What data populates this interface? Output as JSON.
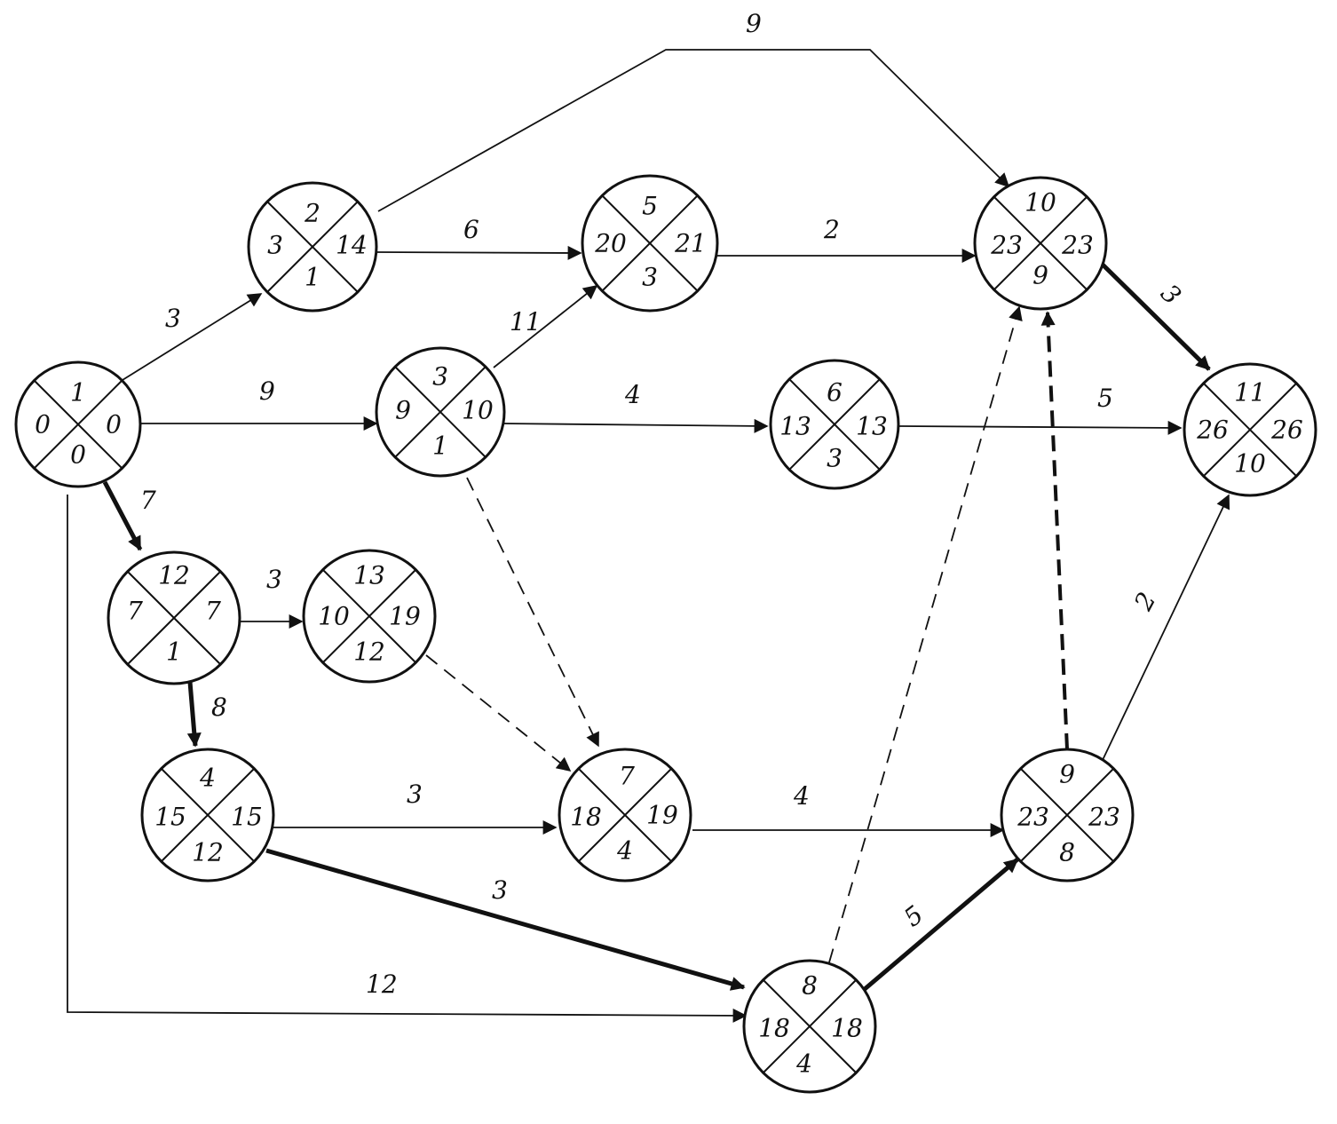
{
  "nodes": [
    {
      "id": "n1",
      "top": "1",
      "left": "0",
      "right": "0",
      "bottom": "0"
    },
    {
      "id": "n2",
      "top": "2",
      "left": "3",
      "right": "14",
      "bottom": "1"
    },
    {
      "id": "n3",
      "top": "3",
      "left": "9",
      "right": "10",
      "bottom": "1"
    },
    {
      "id": "n4",
      "top": "5",
      "left": "20",
      "right": "21",
      "bottom": "3"
    },
    {
      "id": "n5",
      "top": "6",
      "left": "13",
      "right": "13",
      "bottom": "3"
    },
    {
      "id": "n6",
      "top": "10",
      "left": "23",
      "right": "23",
      "bottom": "9"
    },
    {
      "id": "n7",
      "top": "11",
      "left": "26",
      "right": "26",
      "bottom": "10"
    },
    {
      "id": "n8",
      "top": "12",
      "left": "7",
      "right": "7",
      "bottom": "1"
    },
    {
      "id": "n9",
      "top": "13",
      "left": "10",
      "right": "19",
      "bottom": "12"
    },
    {
      "id": "n10",
      "top": "4",
      "left": "15",
      "right": "15",
      "bottom": "12"
    },
    {
      "id": "n11",
      "top": "7",
      "left": "18",
      "right": "19",
      "bottom": "4"
    },
    {
      "id": "n12",
      "top": "9",
      "left": "23",
      "right": "23",
      "bottom": "8"
    },
    {
      "id": "n13",
      "top": "8",
      "left": "18",
      "right": "18",
      "bottom": "4"
    }
  ],
  "edges": [
    {
      "id": "e-n1-n2",
      "label": "3",
      "style": "normal"
    },
    {
      "id": "e-n1-n3",
      "label": "9",
      "style": "normal"
    },
    {
      "id": "e-n1-n8",
      "label": "7",
      "style": "bold"
    },
    {
      "id": "e-n1-n13",
      "label": "12",
      "style": "normal"
    },
    {
      "id": "e-n2-n4",
      "label": "6",
      "style": "normal"
    },
    {
      "id": "e-n2-n6",
      "label": "9",
      "style": "normal"
    },
    {
      "id": "e-n3-n4",
      "label": "11",
      "style": "normal"
    },
    {
      "id": "e-n3-n5",
      "label": "4",
      "style": "normal"
    },
    {
      "id": "e-n3-n11",
      "label": "",
      "style": "dashed"
    },
    {
      "id": "e-n4-n6",
      "label": "2",
      "style": "normal"
    },
    {
      "id": "e-n5-n7",
      "label": "5",
      "style": "normal"
    },
    {
      "id": "e-n6-n7",
      "label": "3",
      "style": "bold"
    },
    {
      "id": "e-n8-n9",
      "label": "3",
      "style": "normal"
    },
    {
      "id": "e-n8-n10",
      "label": "8",
      "style": "bold"
    },
    {
      "id": "e-n9-n11",
      "label": "",
      "style": "dashed"
    },
    {
      "id": "e-n10-n11",
      "label": "3",
      "style": "normal"
    },
    {
      "id": "e-n10-n13",
      "label": "3",
      "style": "bold"
    },
    {
      "id": "e-n11-n12",
      "label": "4",
      "style": "normal"
    },
    {
      "id": "e-n13-n12",
      "label": "5",
      "style": "bold"
    },
    {
      "id": "e-n13-n6",
      "label": "",
      "style": "dashed"
    },
    {
      "id": "e-n12-n6",
      "label": "",
      "style": "dashed-bold"
    },
    {
      "id": "e-n12-n7",
      "label": "2",
      "style": "normal"
    }
  ]
}
